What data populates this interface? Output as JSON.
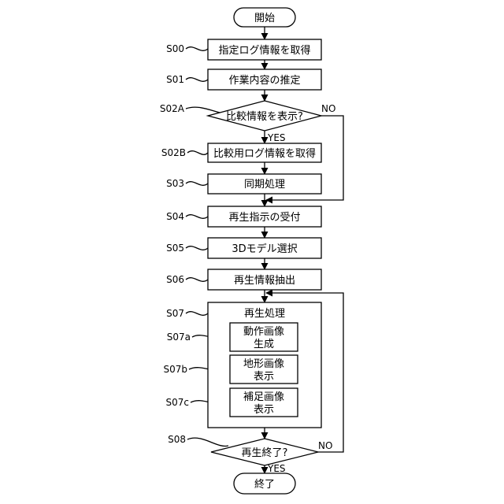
{
  "diagram": {
    "start": {
      "label": "開始"
    },
    "end": {
      "label": "終了"
    },
    "steps": {
      "s00": {
        "id": "S00",
        "label": "指定ログ情報を取得"
      },
      "s01": {
        "id": "S01",
        "label": "作業内容の推定"
      },
      "s02a": {
        "id": "S02A",
        "label": "比較情報を表示?",
        "yes": "YES",
        "no": "NO"
      },
      "s02b": {
        "id": "S02B",
        "label": "比較用ログ情報を取得"
      },
      "s03": {
        "id": "S03",
        "label": "同期処理"
      },
      "s04": {
        "id": "S04",
        "label": "再生指示の受付"
      },
      "s05": {
        "id": "S05",
        "label": "3Dモデル選択"
      },
      "s06": {
        "id": "S06",
        "label": "再生情報抽出"
      },
      "s07": {
        "id": "S07",
        "label": "再生処理"
      },
      "s07a": {
        "id": "S07a",
        "line1": "動作画像",
        "line2": "生成"
      },
      "s07b": {
        "id": "S07b",
        "line1": "地形画像",
        "line2": "表示"
      },
      "s07c": {
        "id": "S07c",
        "line1": "補足画像",
        "line2": "表示"
      },
      "s08": {
        "id": "S08",
        "label": "再生終了?",
        "yes": "YES",
        "no": "NO"
      }
    }
  }
}
